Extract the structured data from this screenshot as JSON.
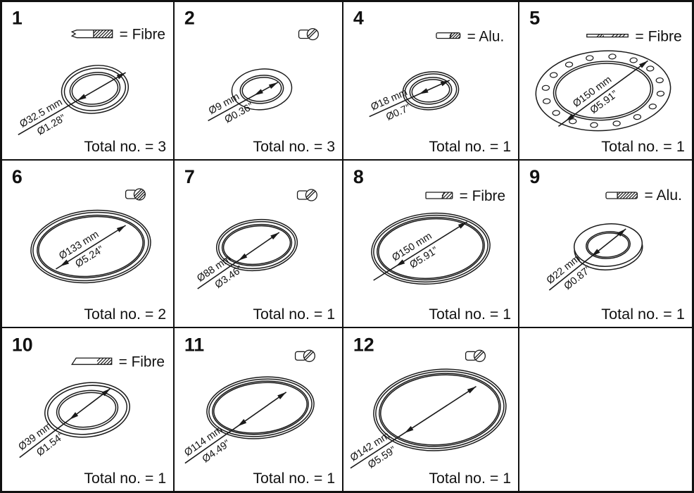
{
  "page": {
    "background": "#ffffff",
    "line_color": "#1a1a1a",
    "text_color": "#111111"
  },
  "diagram": {
    "cells": [
      {
        "number": "1",
        "icon": "fibre-bar-break",
        "material": "Fibre",
        "material_label": "= Fibre",
        "dim_mm": "Ø32.5 mm",
        "dim_in": "Ø1.28”",
        "total": 3,
        "total_label": "Total no. = 3"
      },
      {
        "number": "2",
        "icon": "cylinder",
        "material": "",
        "material_label": "",
        "dim_mm": "Ø9 mm",
        "dim_in": "Ø0.36”",
        "total": 3,
        "total_label": "Total no. = 3"
      },
      {
        "number": "4",
        "icon": "alu-bar-small",
        "material": "Alu.",
        "material_label": "= Alu.",
        "dim_mm": "Ø18 mm",
        "dim_in": "Ø0.7”",
        "total": 1,
        "total_label": "Total no. = 1"
      },
      {
        "number": "5",
        "icon": "fibre-bar-thin",
        "material": "Fibre",
        "material_label": "= Fibre",
        "dim_mm": "Ø150 mm",
        "dim_in": "Ø5.91”",
        "total": 1,
        "total_label": "Total no. = 1"
      },
      {
        "number": "6",
        "icon": "cylinder-hatched",
        "material": "",
        "material_label": "",
        "dim_mm": "Ø133 mm",
        "dim_in": "Ø5.24”",
        "total": 2,
        "total_label": "Total no. = 2"
      },
      {
        "number": "7",
        "icon": "cylinder",
        "material": "",
        "material_label": "",
        "dim_mm": "Ø88 mm",
        "dim_in": "Ø3.46”",
        "total": 1,
        "total_label": "Total no. = 1"
      },
      {
        "number": "8",
        "icon": "fibre-bar",
        "material": "Fibre",
        "material_label": "= Fibre",
        "dim_mm": "Ø150 mm",
        "dim_in": "Ø5.91”",
        "total": 1,
        "total_label": "Total no. = 1"
      },
      {
        "number": "9",
        "icon": "alu-bar-hatched",
        "material": "Alu.",
        "material_label": "= Alu.",
        "dim_mm": "Ø22 mm",
        "dim_in": "Ø0.87”",
        "total": 1,
        "total_label": "Total no. = 1"
      },
      {
        "number": "10",
        "icon": "fibre-bar-slant",
        "material": "Fibre",
        "material_label": "= Fibre",
        "dim_mm": "Ø39 mm",
        "dim_in": "Ø1.54”",
        "total": 1,
        "total_label": "Total no. = 1"
      },
      {
        "number": "11",
        "icon": "cylinder",
        "material": "",
        "material_label": "",
        "dim_mm": "Ø114 mm",
        "dim_in": "Ø4.49”",
        "total": 1,
        "total_label": "Total no. = 1"
      },
      {
        "number": "12",
        "icon": "cylinder",
        "material": "",
        "material_label": "",
        "dim_mm": "Ø142 mm",
        "dim_in": "Ø5.59”",
        "total": 1,
        "total_label": "Total no. = 1"
      }
    ]
  }
}
